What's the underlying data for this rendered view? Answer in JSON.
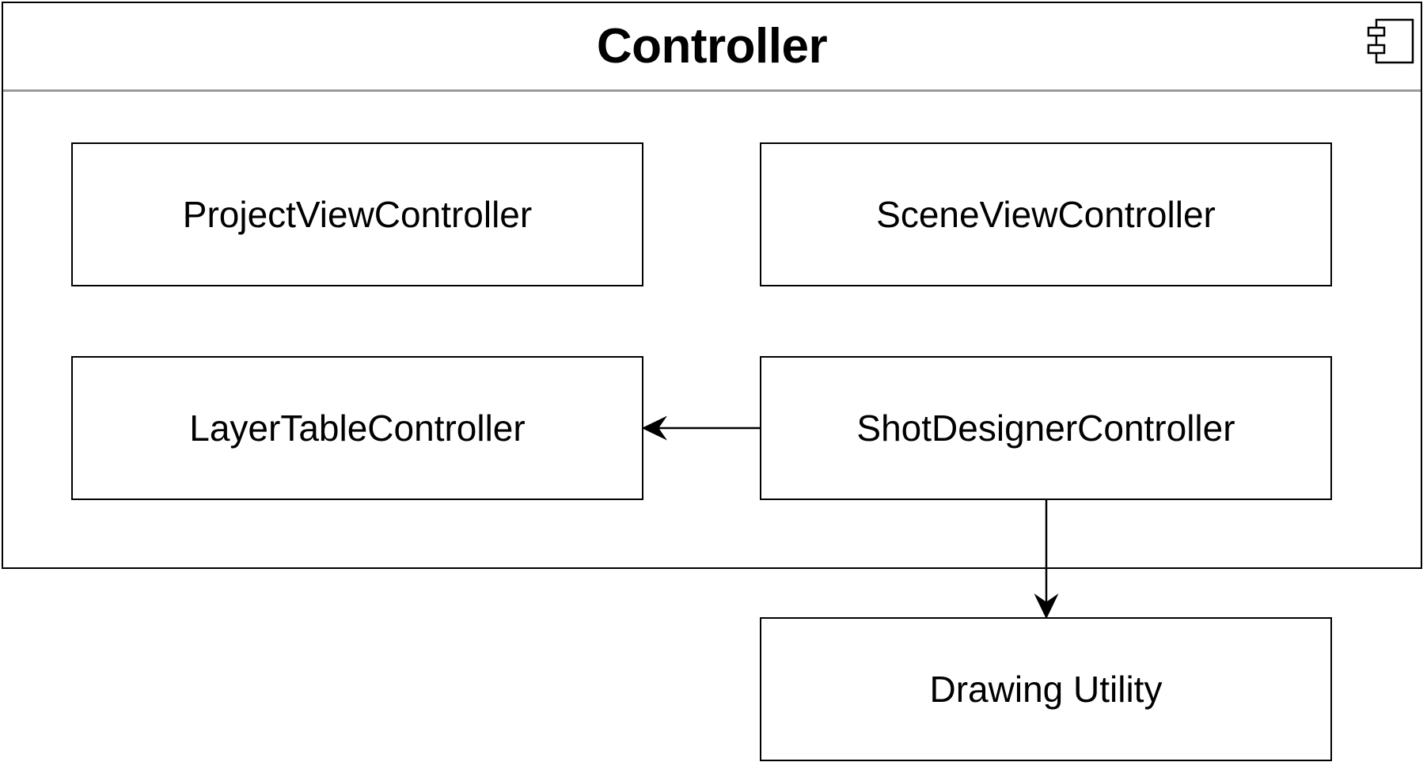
{
  "package": {
    "title": "Controller",
    "icon": "component-icon"
  },
  "components": {
    "project_view": "ProjectViewController",
    "scene_view": "SceneViewController",
    "layer_table": "LayerTableController",
    "shot_designer": "ShotDesignerController",
    "drawing_utility": "Drawing Utility"
  },
  "dependencies": [
    {
      "from": "ShotDesignerController",
      "to": "LayerTableController"
    },
    {
      "from": "ShotDesignerController",
      "to": "Drawing Utility"
    }
  ]
}
